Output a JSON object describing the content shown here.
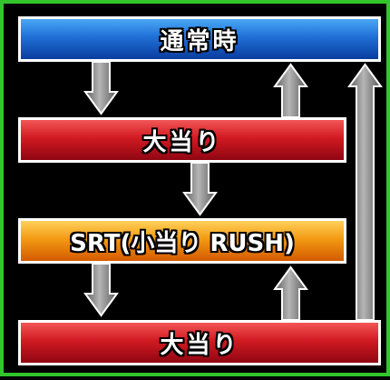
{
  "nodes": {
    "normal": {
      "label": "通常時"
    },
    "jackpot_1": {
      "label": "大当り"
    },
    "srt": {
      "label": "SRT(小当り RUSH)"
    },
    "jackpot_2": {
      "label": "大当り"
    }
  },
  "edges": [
    {
      "from": "normal",
      "to": "jackpot_1"
    },
    {
      "from": "jackpot_1",
      "to": "normal"
    },
    {
      "from": "jackpot_1",
      "to": "srt"
    },
    {
      "from": "srt",
      "to": "jackpot_2"
    },
    {
      "from": "jackpot_2",
      "to": "srt"
    },
    {
      "from": "jackpot_2",
      "to": "normal"
    }
  ],
  "colors": {
    "frame_border": "#33c52b",
    "background": "#000000",
    "normal_box": "#1f6fd6",
    "jackpot_box": "#d11a22",
    "srt_box": "#f39a12",
    "arrow": "#8a8a8a"
  }
}
